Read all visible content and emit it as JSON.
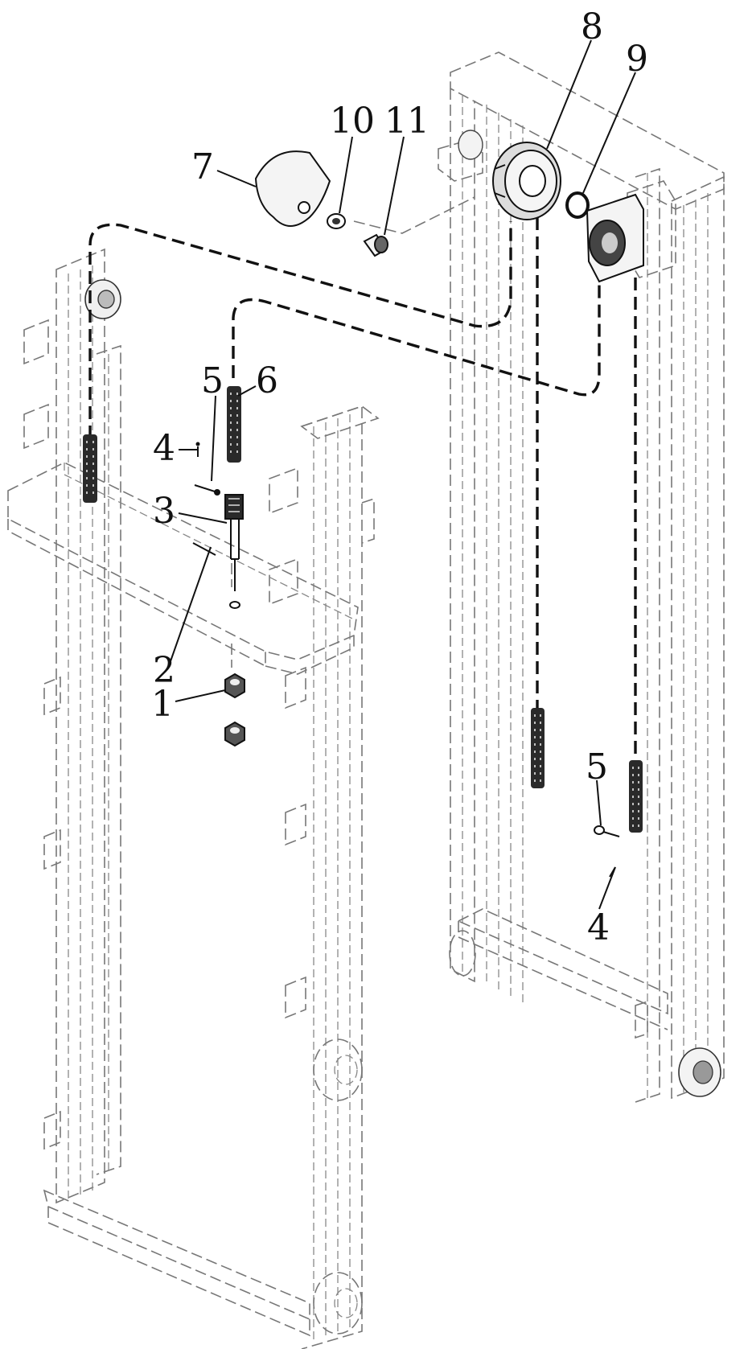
{
  "callouts": [
    {
      "id": "1",
      "text": "1",
      "part": "nut"
    },
    {
      "id": "2",
      "text": "2",
      "part": "cotter-pin"
    },
    {
      "id": "3",
      "text": "3",
      "part": "chain-anchor-bolt"
    },
    {
      "id": "4a",
      "text": "4",
      "part": "split-pin"
    },
    {
      "id": "5a",
      "text": "5",
      "part": "chain-pin"
    },
    {
      "id": "6",
      "text": "6",
      "part": "lift-chain"
    },
    {
      "id": "7",
      "text": "7",
      "part": "pulley-guard"
    },
    {
      "id": "8",
      "text": "8",
      "part": "chain-pulley"
    },
    {
      "id": "9",
      "text": "9",
      "part": "snap-ring"
    },
    {
      "id": "10",
      "text": "10",
      "part": "washer"
    },
    {
      "id": "11",
      "text": "11",
      "part": "bolt"
    },
    {
      "id": "5b",
      "text": "5",
      "part": "chain-pin"
    },
    {
      "id": "4b",
      "text": "4",
      "part": "split-pin"
    }
  ],
  "colors": {
    "line": "#111111",
    "ghost": "#777777",
    "background": "#ffffff"
  }
}
